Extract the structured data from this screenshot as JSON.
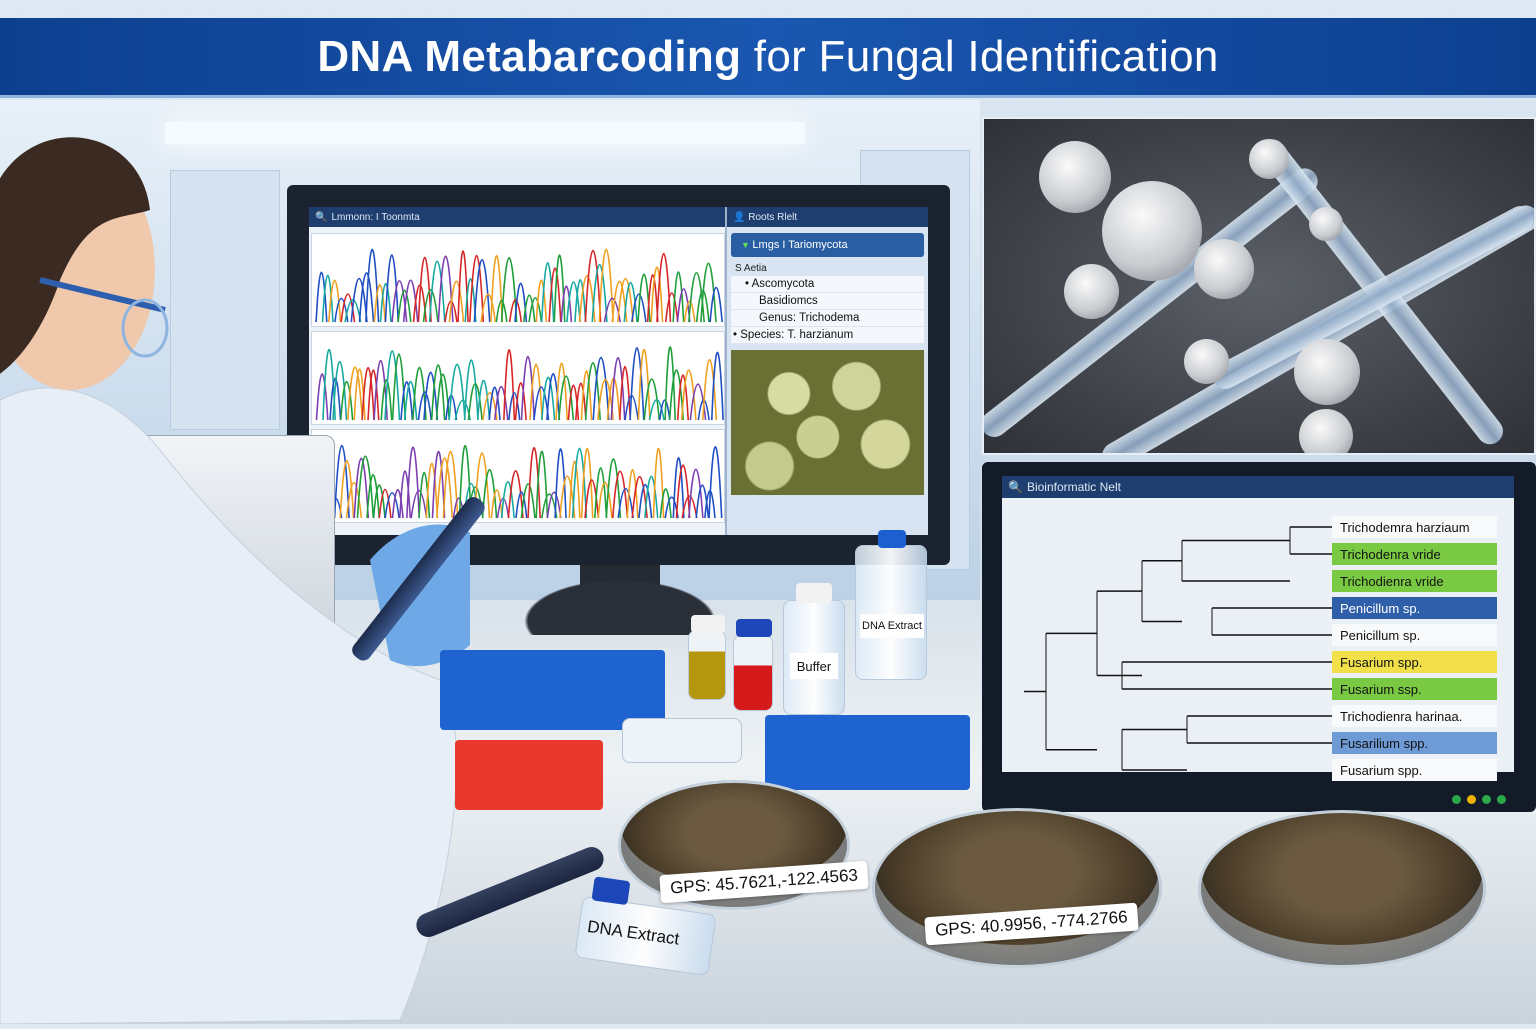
{
  "title": {
    "bold": "DNA Metabarcoding",
    "rest": " for Fungal Identification"
  },
  "sequencing_window": {
    "title": "Lmmonn: I  Toonmta"
  },
  "taxonomy_panel": {
    "title": "Roots  Rlelt",
    "selected": "Lmgs  I  Tariomycota",
    "section_label": "S Aetia",
    "items": [
      {
        "text": "Ascomycota",
        "bullet": true
      },
      {
        "text": "Basidiomcs",
        "bullet": false
      },
      {
        "text": "Genus: Trichodema",
        "bullet": false
      },
      {
        "text": "Species: T. harzianum",
        "bullet": true
      }
    ]
  },
  "phylogeny_window": {
    "title": "Bioinformatic  Nelt",
    "leaves": [
      {
        "name": "Trichodemra harziaum",
        "highlight": ""
      },
      {
        "name": "Trichodenra vride",
        "highlight": "#7ac943"
      },
      {
        "name": "Trichodienra vride",
        "highlight": "#7ac943"
      },
      {
        "name": "Penicillum sp.",
        "highlight": "#2f5fa8"
      },
      {
        "name": "Penicillum sp.",
        "highlight": ""
      },
      {
        "name": "Fusarium spp.",
        "highlight": "#f1e04a"
      },
      {
        "name": "Fusarium ssp.",
        "highlight": "#7ac943"
      },
      {
        "name": "Trichodienra harinaa.",
        "highlight": ""
      },
      {
        "name": "Fusarilium spp.",
        "highlight": "#6e9bd6"
      },
      {
        "name": "Fusarium spp.",
        "highlight": ""
      }
    ],
    "status_dots": [
      "#2aa84a",
      "#f0b400",
      "#2aa84a",
      "#2aa84a"
    ]
  },
  "bench": {
    "buffer_label": "Buffer",
    "dna_extract_bottle": "DNA Extract",
    "dna_extract_vial": "DNA Extract",
    "dish_1_gps": "GPS: 45.7621,-122.4563",
    "dish_2_gps": "GPS: 40.9956, -774.2766"
  },
  "colors": {
    "banner": "#1a57b0",
    "trace": [
      "#1f9e3a",
      "#1f4fc4",
      "#d62728",
      "#7b3fb0",
      "#f0a020",
      "#17a9a0"
    ]
  }
}
